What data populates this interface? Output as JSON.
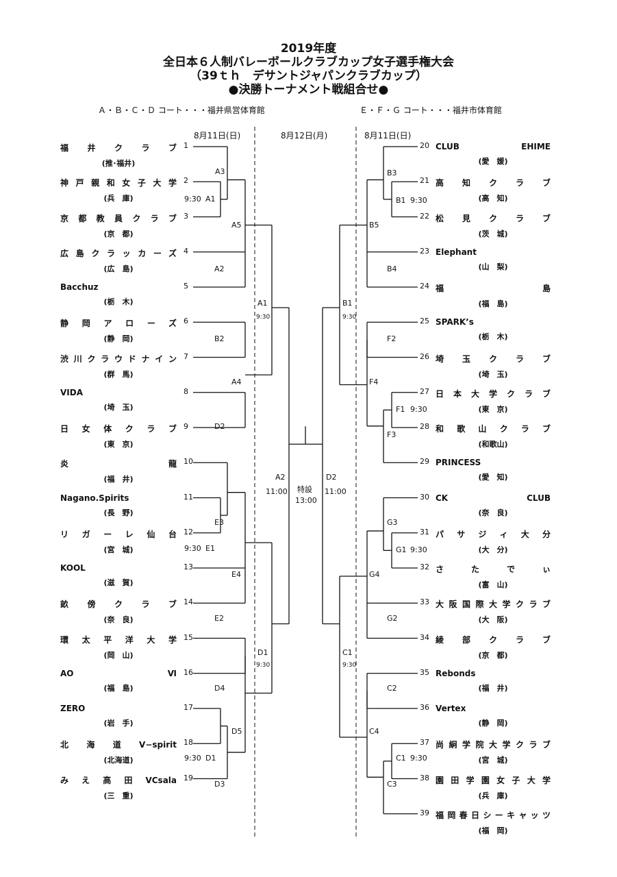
{
  "header": {
    "line1": "2019年度",
    "line2": "全日本６人制バレーボールクラブカップ女子選手権大会",
    "line3": "（39ｔｈ　デサントジャパンクラブカップ）",
    "line4": "●決勝トーナメント戦組合せ●"
  },
  "venues": {
    "left": "Ａ・Ｂ・Ｃ・Ｄ コート・・・福井県営体育館",
    "right": "Ｅ・Ｆ・Ｇ コート・・・福井市体育館"
  },
  "dates": {
    "left": "8月11日(日)",
    "center": "8月12日(月)",
    "right": "8月11日(日)"
  },
  "left_teams": [
    {
      "no": "1",
      "name": "福井クラブ",
      "pref": "(推･福井)"
    },
    {
      "no": "2",
      "name": "神戸親和女子大学",
      "pref": "(兵　庫)"
    },
    {
      "no": "3",
      "name": "京都教員クラブ",
      "pref": "(京　都)"
    },
    {
      "no": "4",
      "name": "広島クラッカーズ",
      "pref": "(広　島)"
    },
    {
      "no": "5",
      "name": "Bacchuz",
      "pref": "(栃　木)"
    },
    {
      "no": "6",
      "name": "静岡アローズ",
      "pref": "(静　岡)"
    },
    {
      "no": "7",
      "name": "渋川クラウドナイン",
      "pref": "(群　馬)"
    },
    {
      "no": "8",
      "name": "VIDA",
      "pref": "(埼　玉)"
    },
    {
      "no": "9",
      "name": "日女体クラブ",
      "pref": "(東　京)"
    },
    {
      "no": "10",
      "name": "炎龍",
      "pref": "(福　井)"
    },
    {
      "no": "11",
      "name": "Nagano.Spirits",
      "pref": "(長　野)"
    },
    {
      "no": "12",
      "name": "リガーレ仙台",
      "pref": "(宮　城)"
    },
    {
      "no": "13",
      "name": "KOOL",
      "pref": "(滋　賀)"
    },
    {
      "no": "14",
      "name": "畝傍クラブ",
      "pref": "(奈　良)"
    },
    {
      "no": "15",
      "name": "環太平洋大学",
      "pref": "(岡　山)"
    },
    {
      "no": "16",
      "name": "AOⅥ",
      "pref": "(福　島)"
    },
    {
      "no": "17",
      "name": "ZERO",
      "pref": "(岩　手)"
    },
    {
      "no": "18",
      "name": "北海道V−spirit",
      "pref": "(北海道)"
    },
    {
      "no": "19",
      "name": "みえ高田VCsala",
      "pref": "(三　重)"
    }
  ],
  "right_teams": [
    {
      "no": "20",
      "name": "CLUB EHIME",
      "pref": "(愛　媛)"
    },
    {
      "no": "21",
      "name": "高知クラブ",
      "pref": "(高　知)"
    },
    {
      "no": "22",
      "name": "松見クラブ",
      "pref": "(茨　城)"
    },
    {
      "no": "23",
      "name": "Elephant",
      "pref": "(山　梨)"
    },
    {
      "no": "24",
      "name": "福島",
      "pref": "(福　島)"
    },
    {
      "no": "25",
      "name": "SPARK’s",
      "pref": "(栃　木)"
    },
    {
      "no": "26",
      "name": "埼玉クラブ",
      "pref": "(埼　玉)"
    },
    {
      "no": "27",
      "name": "日本大学クラブ",
      "pref": "(東　京)"
    },
    {
      "no": "28",
      "name": "和歌山クラブ",
      "pref": "(和歌山)"
    },
    {
      "no": "29",
      "name": "PRINCESS",
      "pref": "(愛　知)"
    },
    {
      "no": "30",
      "name": "CK CLUB",
      "pref": "(奈　良)"
    },
    {
      "no": "31",
      "name": "パサジィ大分",
      "pref": "(大　分)"
    },
    {
      "no": "32",
      "name": "さたでぃ",
      "pref": "(富　山)"
    },
    {
      "no": "33",
      "name": "大阪国際大学クラブ",
      "pref": "(大　阪)"
    },
    {
      "no": "34",
      "name": "綾部クラブ",
      "pref": "(京　都)"
    },
    {
      "no": "35",
      "name": "Rebonds",
      "pref": "(福　井)"
    },
    {
      "no": "36",
      "name": "Vertex",
      "pref": "(静　岡)"
    },
    {
      "no": "37",
      "name": "尚絅学院大学クラブ",
      "pref": "(宮　城)"
    },
    {
      "no": "38",
      "name": "園田学園女子大学",
      "pref": "(兵　庫)"
    },
    {
      "no": "39",
      "name": "福岡春日シーキャッツ",
      "pref": "(福　岡)"
    }
  ],
  "matches": {
    "A1": "A1",
    "A2": "A2",
    "A3": "A3",
    "A4": "A4",
    "A5": "A5",
    "B1": "B1",
    "B2": "B2",
    "B3": "B3",
    "B4": "B4",
    "B5": "B5",
    "C1": "C1",
    "C2": "C2",
    "C3": "C3",
    "C4": "C4",
    "D1": "D1",
    "D2": "D2",
    "D3": "D3",
    "D4": "D4",
    "D5": "D5",
    "E1": "E1",
    "E2": "E2",
    "E3": "E3",
    "E4": "E4",
    "F1": "F1",
    "F2": "F2",
    "F3": "F3",
    "F4": "F4",
    "G1": "G1",
    "G2": "G2",
    "G3": "G3",
    "G4": "G4"
  },
  "times": {
    "t930": "9:30",
    "t1100": "11:00",
    "final_label": "特設",
    "final_time": "13:00"
  }
}
